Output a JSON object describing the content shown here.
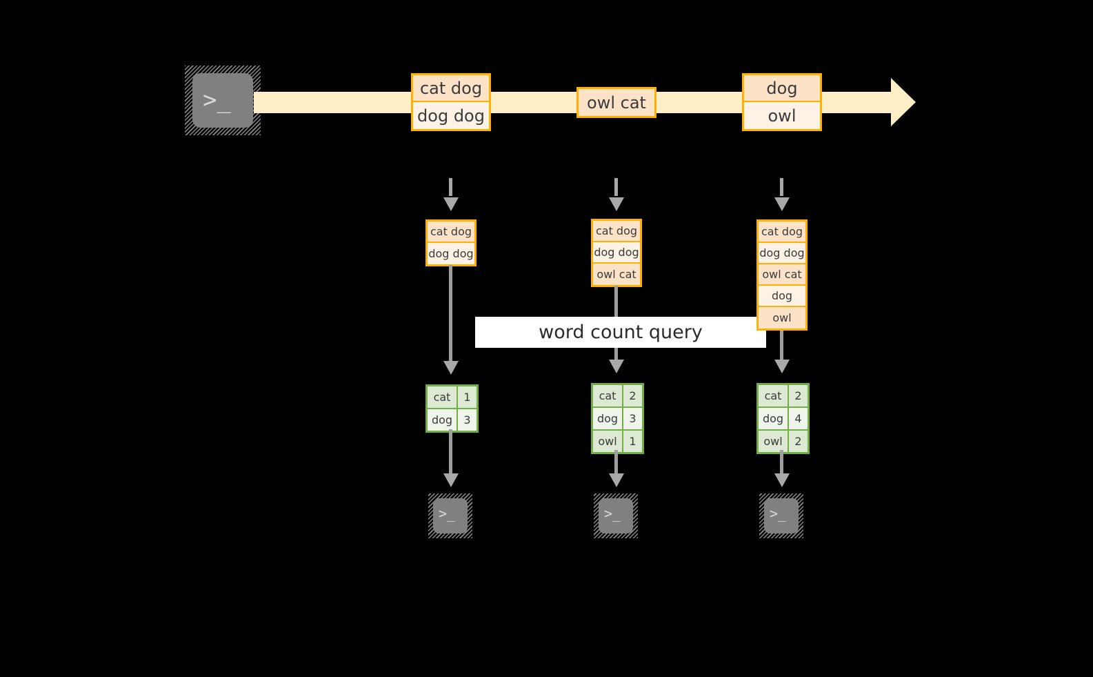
{
  "diagram": {
    "title": "word count query",
    "colors": {
      "background": "#000000",
      "stream_fill": "#FDEEC8",
      "record_border": "#FFB000",
      "record_fill_dark": "#FCE3C8",
      "record_fill_light": "#FDF2E6",
      "table_border": "#6FAF46",
      "table_fill_dark": "#DDE9D2",
      "table_fill_light": "#F0F5EC",
      "connector": "#a8a8a8",
      "terminal_body": "#808080",
      "label_band": "#FFFFFF"
    },
    "source": {
      "icon": "terminal-icon",
      "prompt": ">_"
    },
    "stream": {
      "name": "input-event-stream",
      "groups": [
        {
          "name": "stream-batch-1",
          "rows": [
            "cat dog",
            "dog dog"
          ]
        },
        {
          "name": "stream-batch-2",
          "rows": [
            "owl cat"
          ]
        },
        {
          "name": "stream-batch-3",
          "rows": [
            "dog",
            "owl"
          ]
        }
      ]
    },
    "snapshots": [
      {
        "name": "snapshot-t1",
        "accumulated": [
          "cat dog",
          "dog dog"
        ],
        "counts": [
          {
            "word": "cat",
            "count": "1"
          },
          {
            "word": "dog",
            "count": "3"
          }
        ],
        "sink": {
          "icon": "terminal-icon",
          "prompt": ">_"
        }
      },
      {
        "name": "snapshot-t2",
        "accumulated": [
          "cat dog",
          "dog dog",
          "owl cat"
        ],
        "counts": [
          {
            "word": "cat",
            "count": "2"
          },
          {
            "word": "dog",
            "count": "3"
          },
          {
            "word": "owl",
            "count": "1"
          }
        ],
        "sink": {
          "icon": "terminal-icon",
          "prompt": ">_"
        }
      },
      {
        "name": "snapshot-t3",
        "accumulated": [
          "cat dog",
          "dog dog",
          "owl cat",
          "dog",
          "owl"
        ],
        "counts": [
          {
            "word": "cat",
            "count": "2"
          },
          {
            "word": "dog",
            "count": "4"
          },
          {
            "word": "owl",
            "count": "2"
          }
        ],
        "sink": {
          "icon": "terminal-icon",
          "prompt": ">_"
        }
      }
    ]
  }
}
